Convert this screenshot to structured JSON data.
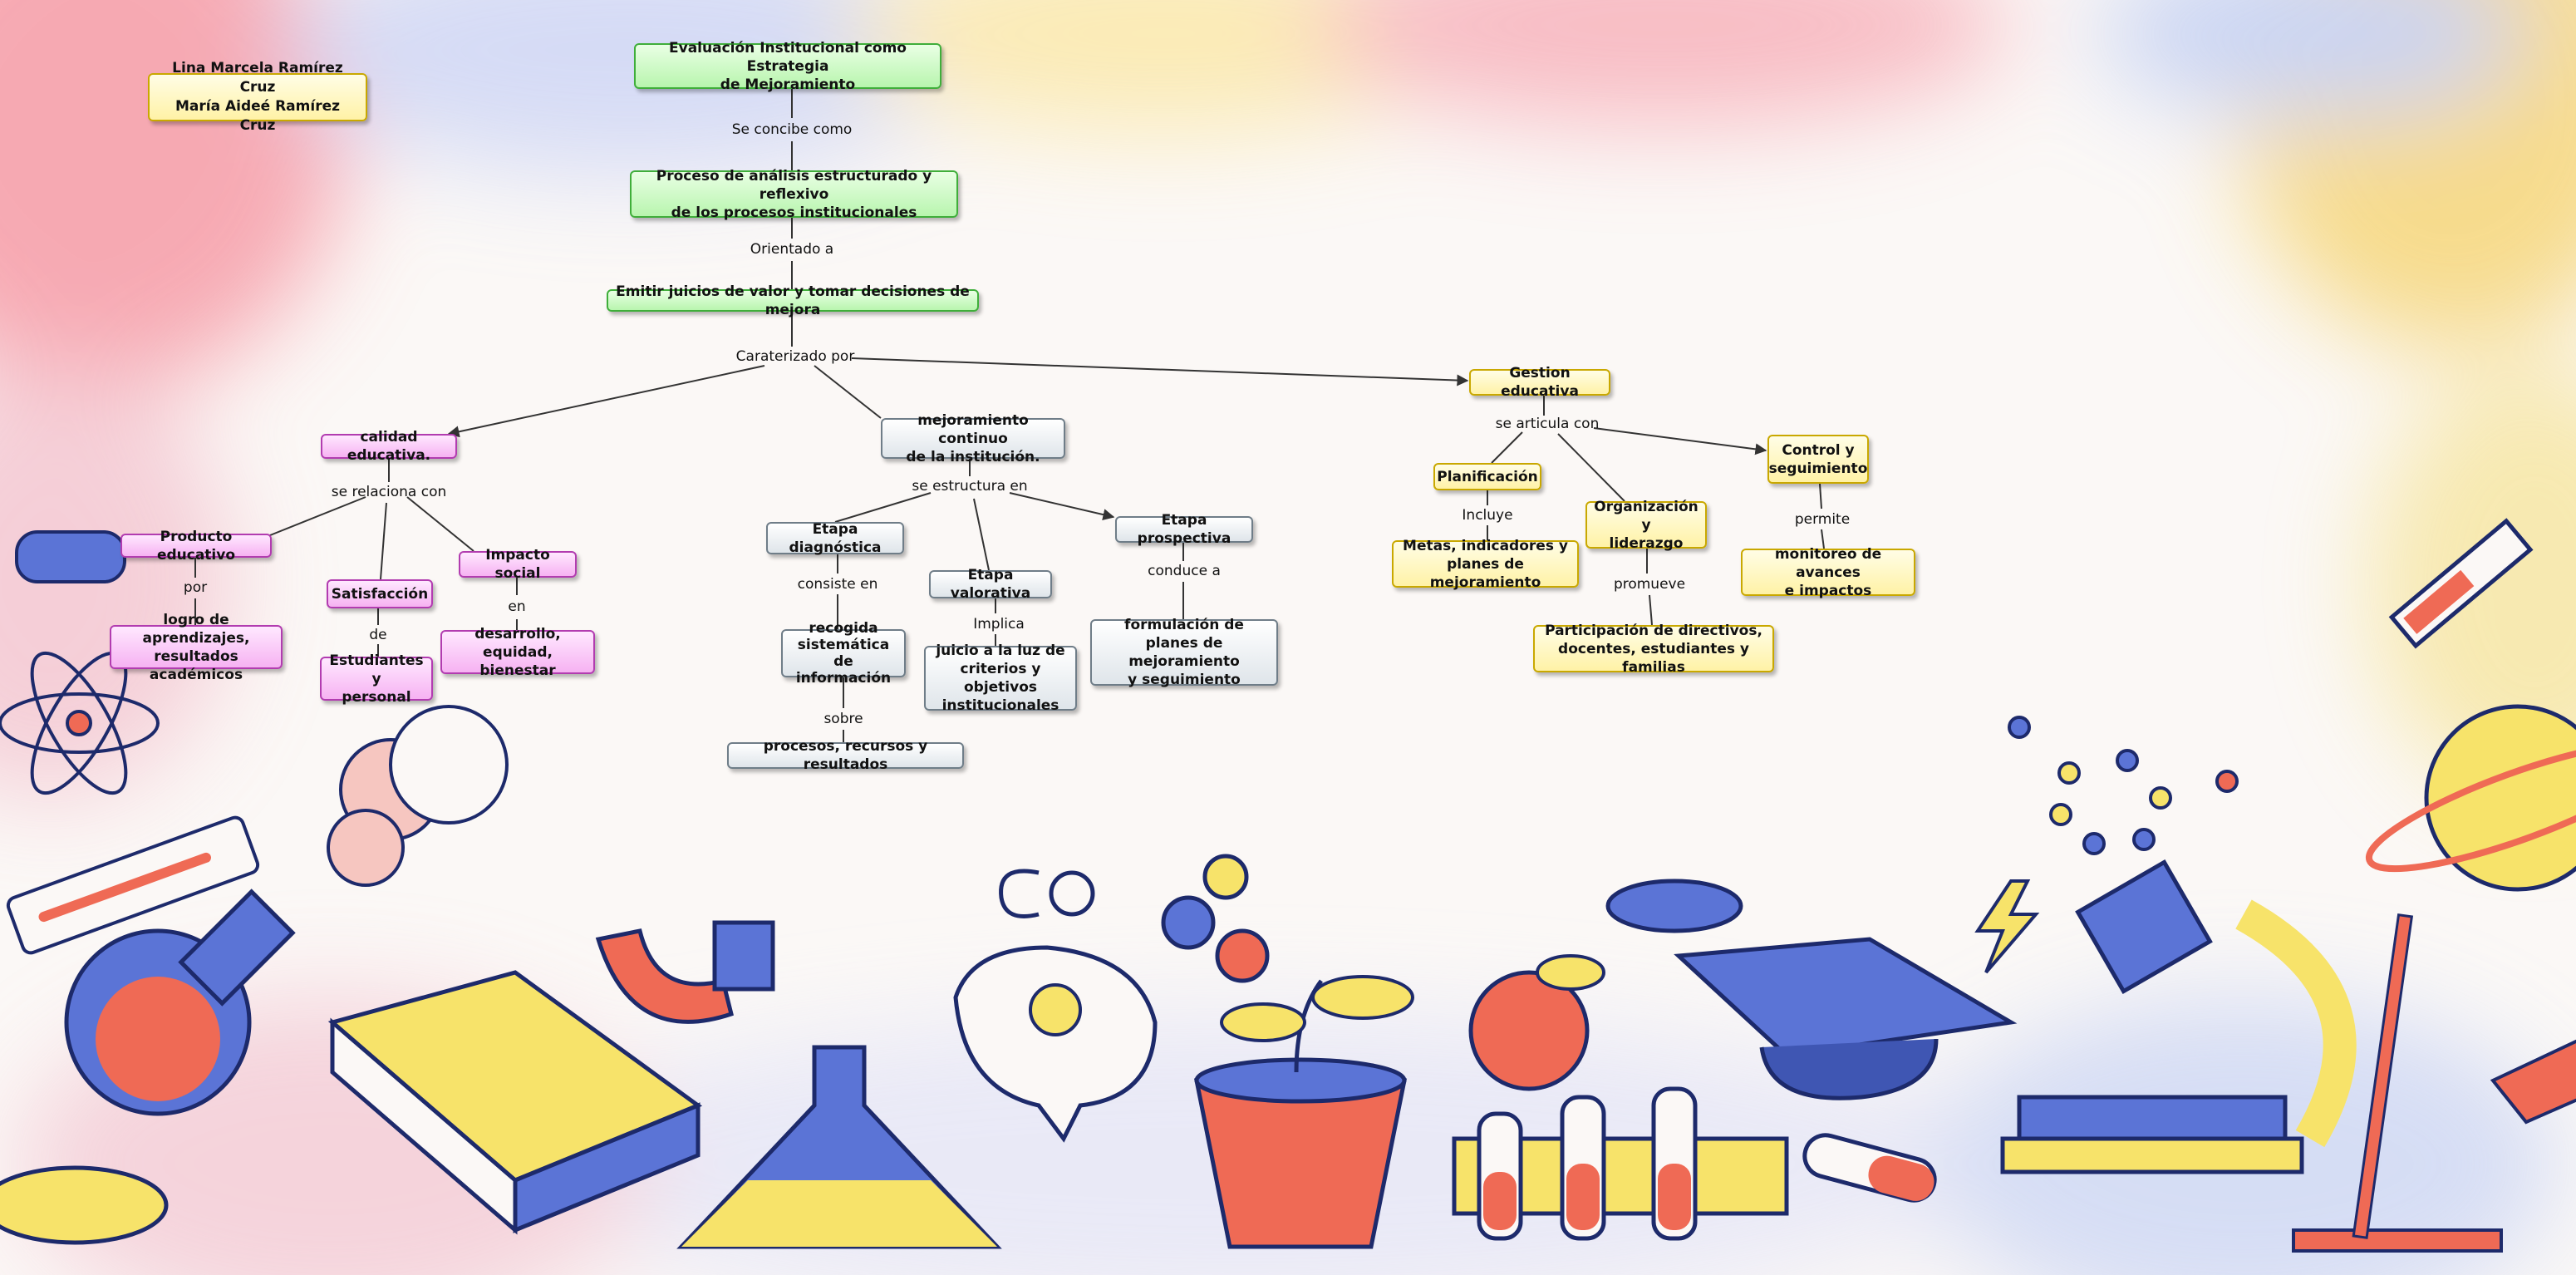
{
  "authors": [
    "Lina Marcela Ramírez Cruz",
    "María Aideé Ramírez Cruz"
  ],
  "nodes": {
    "n1": "Evaluación Institucional como Estrategia\nde Mejoramiento",
    "n2": "Proceso de análisis estructurado y reflexivo\nde los procesos institucionales",
    "n3": "Emitir juicios de valor y tomar decisiones de mejora",
    "calidad": "calidad educativa.",
    "mejora": "mejoramiento continuo\nde la institución.",
    "gestion": "Gestion educativa",
    "producto": "Producto educativo",
    "logro": "logro de aprendizajes,\nresultados académicos",
    "satisf": "Satisfacción",
    "estud": "Estudiantes y\npersonal",
    "impacto": "Impacto social",
    "desarrollo": "desarrollo, equidad,\nbienestar",
    "diag": "Etapa diagnóstica",
    "recogida": "recogida\nsistemática de\ninformación",
    "procesos": "procesos, recursos y resultados",
    "valor": "Etapa valorativa",
    "juicio": "juicio a la luz de\ncriterios y objetivos\ninstitucionales",
    "prosp": "Etapa prospectiva",
    "formul": "formulación de\nplanes de mejoramiento\ny seguimiento",
    "planif": "Planificación",
    "metas": "Metas, indicadores y\nplanes de mejoramiento",
    "organiz": "Organización y\nliderazgo",
    "partic": "Participación de directivos,\ndocentes, estudiantes y familias",
    "control": "Control y\nseguimiento",
    "monitoreo": "monitoreo de avances\ne impactos"
  },
  "links": {
    "l1": "Se concibe como",
    "l2": "Orientado a",
    "l3": "Caraterizado por",
    "l4": "se relaciona con",
    "l5": "se estructura en",
    "l6": "se articula con",
    "l7": "por",
    "l8": "de",
    "l9": "en",
    "l10": "consiste en",
    "l11": "sobre",
    "l12": "Implica",
    "l13": "conduce a",
    "l14": "Incluye",
    "l15": "promueve",
    "l16": "permite"
  },
  "colors": {
    "green_border": "#3fae3a",
    "pink_border": "#b23cb0",
    "gray_border": "#6f7d88",
    "yellow_border": "#c9a800",
    "edge": "#333333"
  }
}
